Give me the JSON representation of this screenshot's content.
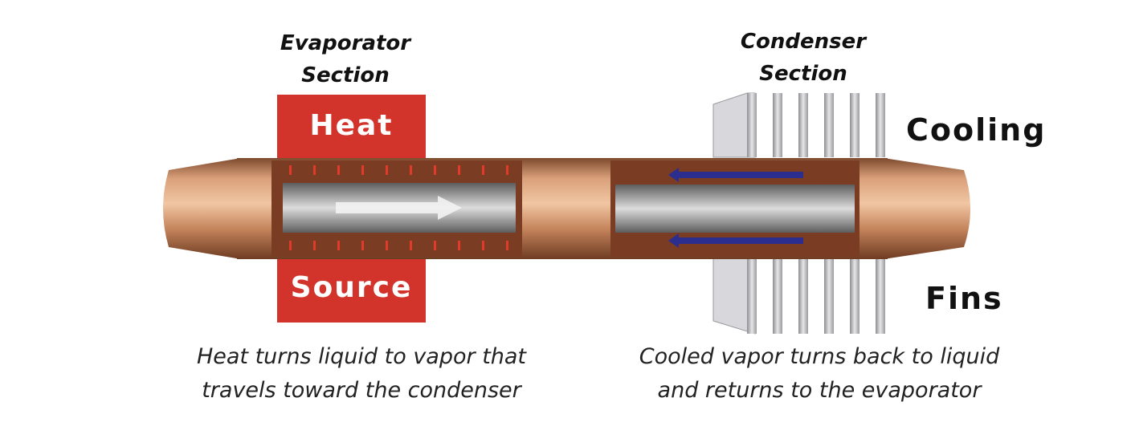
{
  "evaporator": {
    "label_line1": "Evaporator",
    "label_line2": "Section",
    "heat_top": "Heat",
    "heat_bottom": "Source",
    "caption_line1": "Heat turns liquid to vapor that",
    "caption_line2": "travels toward the condenser"
  },
  "condenser": {
    "label_line1": "Condenser",
    "label_line2": "Section",
    "cooling_top": "Cooling",
    "cooling_bottom": "Fins",
    "caption_line1": "Cooled vapor turns back to liquid",
    "caption_line2": "and returns to the evaporator"
  },
  "colors": {
    "heat_block": "#d2332a",
    "copper": "#c98a63",
    "wick": "#7a3d24",
    "liquid_arrow": "#2b2d8f",
    "fin": "#c9c9cc"
  }
}
